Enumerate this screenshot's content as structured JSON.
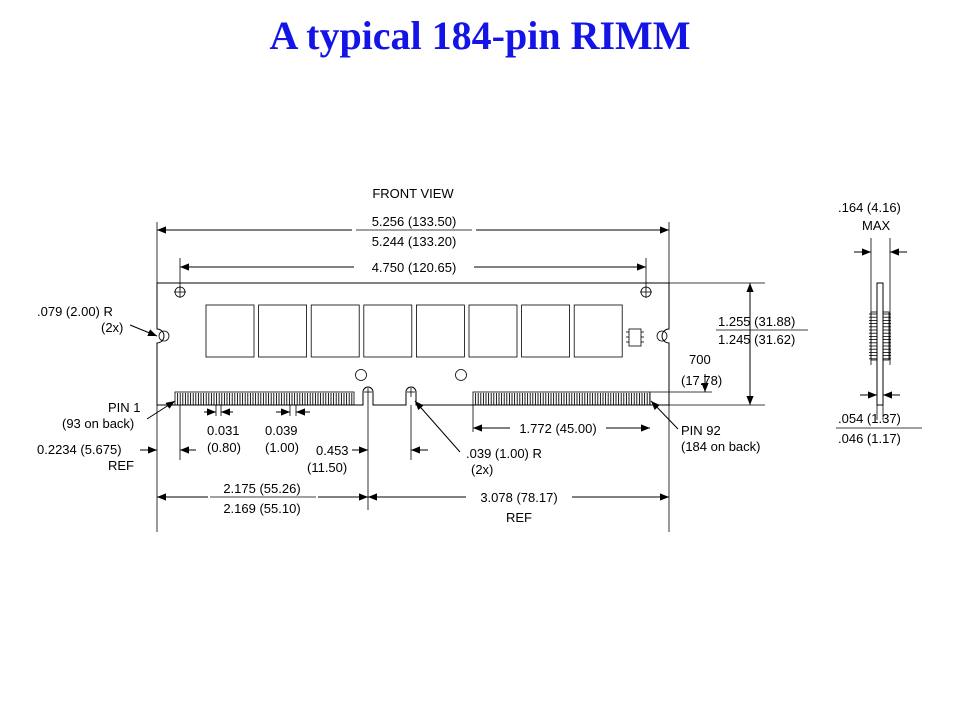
{
  "title": "A typical 184-pin RIMM",
  "colors": {
    "title": "#1414e6",
    "lines": "#000000",
    "background": "#ffffff"
  },
  "front_view": {
    "heading": "FRONT VIEW",
    "overall_length_max": "5.256 (133.50)",
    "overall_length_min": "5.244 (133.20)",
    "mount_hole_spacing": "4.750 (120.65)",
    "side_notch_radius": ".079 (2.00) R",
    "side_notch_count": "(2x)",
    "height_max": "1.255 (31.88)",
    "height_min": "1.245 (31.62)",
    "contact_height": "700",
    "contact_height_mm": "(17.78)",
    "pin1_label": "PIN 1",
    "pin1_back": "(93 on back)",
    "pin1_offset": "0.2234 (5.675)",
    "pin1_offset_ref": "REF",
    "contact_width": "0.031",
    "contact_width_mm": "(0.80)",
    "contact_pitch": "0.039",
    "contact_pitch_mm": "(1.00)",
    "key_spacing": "0.453",
    "key_spacing_mm": "(11.50)",
    "key_radius": ".039 (1.00) R",
    "key_radius_count": "(2x)",
    "right_contact_span": "1.772 (45.00)",
    "pin92_label": "PIN 92",
    "pin92_back": "(184 on back)",
    "left_to_key_max": "2.175 (55.26)",
    "left_to_key_min": "2.169 (55.10)",
    "key_to_right": "3.078 (78.17)",
    "key_to_right_ref": "REF",
    "chip_count": 8
  },
  "side_view": {
    "thickness_max": ".164 (4.16)",
    "thickness_max_label": "MAX",
    "pcb_thickness_max": ".054 (1.37)",
    "pcb_thickness_min": ".046 (1.17)"
  }
}
